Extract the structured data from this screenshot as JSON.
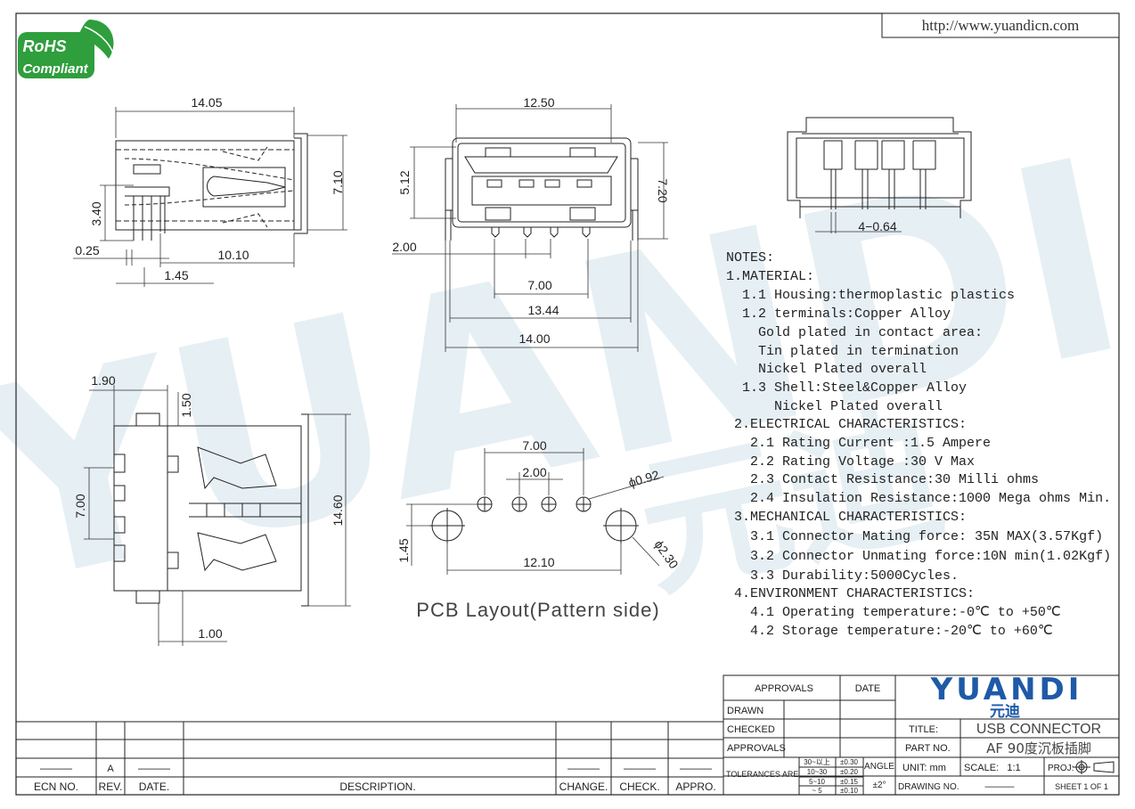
{
  "website": "http://www.yuandicn.com",
  "rohs": {
    "line1": "RoHS",
    "line2": "Compliant"
  },
  "watermark": {
    "latin": "YUANDI",
    "cjk": "元迪"
  },
  "dims": {
    "side": {
      "w": "14.05",
      "h": "7.10",
      "pin": "3.40",
      "gap": "0.25",
      "off": "1.45",
      "len": "10.10"
    },
    "front": {
      "w": "12.50",
      "inner": "5.12",
      "h": "7.20",
      "pinA": "2.00",
      "pinB": "7.00",
      "wB": "13.44",
      "wC": "14.00"
    },
    "rear": {
      "pins": "4−0.64"
    },
    "top": {
      "a": "1.90",
      "b": "1.50",
      "pitch": "7.00",
      "len": "14.60",
      "c": "1.00"
    },
    "pcb": {
      "span": "7.00",
      "pitch": "2.00",
      "hole": "ϕ0.92",
      "off": "1.45",
      "width": "12.10",
      "big": "ϕ2.30"
    }
  },
  "pcb_caption": "PCB Layout(Pattern side)",
  "notes": [
    "NOTES:",
    "1.MATERIAL:",
    "  1.1 Housing:thermoplastic plastics",
    "  1.2 terminals:Copper Alloy",
    "    Gold plated in contact area:",
    "    Tin plated in termination",
    "    Nickel Plated overall",
    "  1.3 Shell:Steel&Copper Alloy",
    "      Nickel Plated overall",
    " 2.ELECTRICAL CHARACTERISTICS:",
    "   2.1 Rating Current :1.5 Ampere",
    "   2.2 Rating Voltage :30 V Max",
    "   2.3 Contact Resistance:30 Milli ohms",
    "   2.4 Insulation Resistance:1000 Mega ohms Min.",
    " 3.MECHANICAL CHARACTERISTICS:",
    "   3.1 Connector Mating force: 35N MAX(3.57Kgf)",
    "   3.2 Connector Unmating force:10N min(1.02Kgf)",
    "   3.3 Durability:5000Cycles.",
    " 4.ENVIRONMENT CHARACTERISTICS:",
    "   4.1 Operating temperature:-0℃ to +50℃",
    "   4.2 Storage temperature:-20℃ to +60℃"
  ],
  "title_block": {
    "approvals": "APPROVALS",
    "date": "DATE",
    "drawn": "DRAWN",
    "checked": "CHECKED",
    "approvals2": "APPROVALS",
    "tolerances": "TOLERANCES ARE",
    "tol_ranges": [
      "30~以上",
      "10~30",
      "5~10",
      "~ 5"
    ],
    "tol_values": [
      "±0.30",
      "±0.20",
      "±0.15",
      "±0.10"
    ],
    "angle": "ANGLE",
    "angle_value": "±2°",
    "logo": "YUANDI",
    "logo_cjk": "元迪",
    "title_label": "TITLE:",
    "title_value": "USB CONNECTOR",
    "part_label": "PART NO.",
    "part_value": "AF 90度沉板插脚",
    "unit_label": "UNIT: mm",
    "scale_label": "SCALE:",
    "scale_value": "1:1",
    "proj_label": "PROJ:",
    "drawing_label": "DRAWING NO.",
    "drawing_value": "———",
    "sheet": "SHEET  1  OF  1"
  },
  "revision_block": {
    "ecn_value": "———",
    "rev_value": "A",
    "date_value": "———",
    "change_value": "———",
    "check_value": "———",
    "appro_value": "———",
    "ecn": "ECN NO.",
    "rev": "REV.",
    "date": "DATE.",
    "description": "DESCRIPTION.",
    "change": "CHANGE.",
    "check": "CHECK.",
    "appro": "APPRO."
  }
}
